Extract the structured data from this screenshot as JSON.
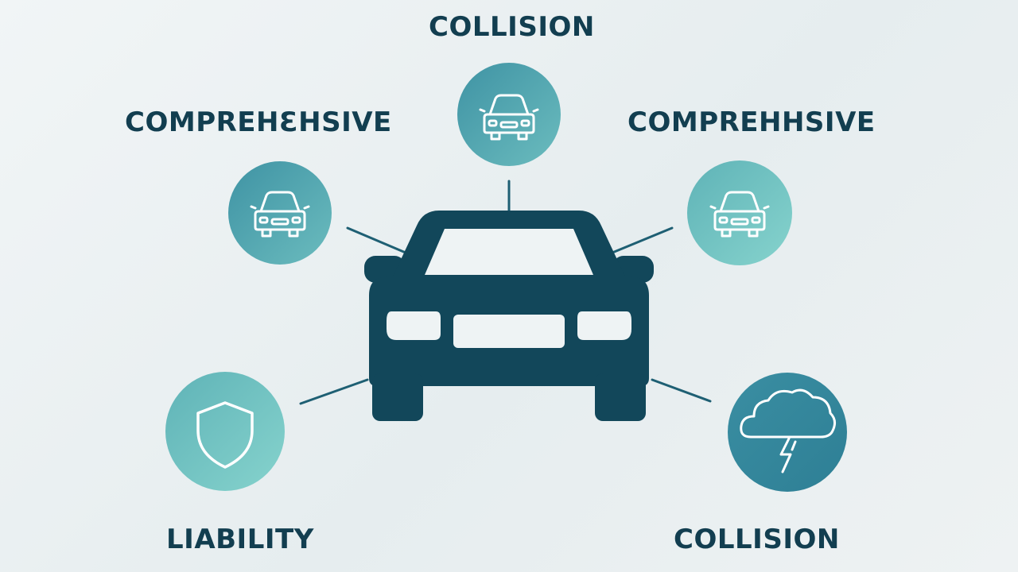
{
  "colors": {
    "text": "#123e50",
    "car": "#12475a",
    "connector": "#1e5f73",
    "circle_teal": "#4f9fad",
    "circle_light": "#72c4c2",
    "icon_stroke": "#ffffff"
  },
  "nodes": [
    {
      "id": "top",
      "label": "COLLISION",
      "icon": "car-front-icon"
    },
    {
      "id": "left",
      "label": "COMPREHƐHSIVE",
      "icon": "car-front-icon"
    },
    {
      "id": "right",
      "label": "COMPREHHSIVE",
      "icon": "car-front-icon"
    },
    {
      "id": "bottom_left",
      "label": "LIABILITY",
      "icon": "shield-icon"
    },
    {
      "id": "bottom_right",
      "label": "COLLISION",
      "icon": "storm-cloud-icon"
    }
  ],
  "center": {
    "icon": "car-front-icon"
  }
}
